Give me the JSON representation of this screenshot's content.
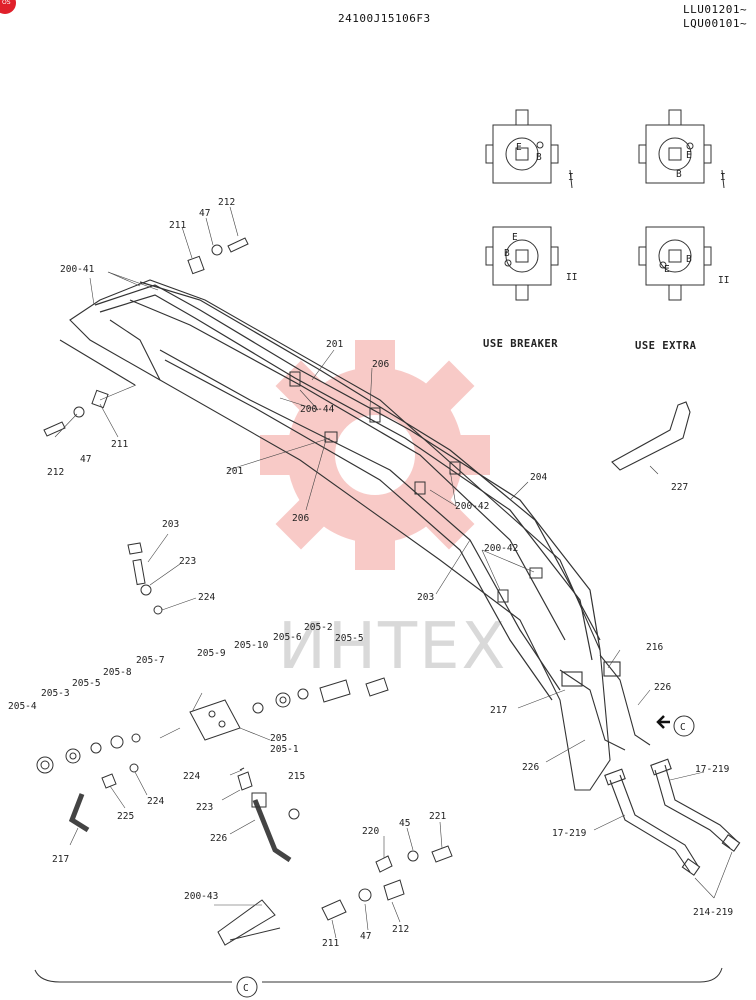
{
  "header": {
    "part_number": "24100J15106F3",
    "serial_1": "LLU01201~",
    "serial_2": "LQU00101~"
  },
  "badge_text": "OS",
  "watermark": "ИНТЕХ",
  "valve_views": {
    "use_breaker": "USE BREAKER",
    "use_extra": "USE EXTRA",
    "view_i": "I",
    "view_ii": "II",
    "port_e": "E",
    "port_b": "B"
  },
  "detail_marker": "C",
  "callouts": {
    "c212a": "212",
    "c47a": "47",
    "c211a": "211",
    "c200_41": "200-41",
    "c212b": "212",
    "c47b": "47",
    "c211b": "211",
    "c201a": "201",
    "c201b": "201",
    "c206a": "206",
    "c206b": "206",
    "c200_44": "200-44",
    "c204": "204",
    "c200_42a": "200-42",
    "c200_42b": "200-42",
    "c203a": "203",
    "c203b": "203",
    "c223a": "223",
    "c224a": "224",
    "c227": "227",
    "c205_2": "205-2",
    "c205_5": "205-5",
    "c205_6": "205-6",
    "c205_10": "205-10",
    "c205_9": "205-9",
    "c205_7": "205-7",
    "c205_8": "205-8",
    "c205_3b": "205-5",
    "c205_3": "205-3",
    "c205_4": "205-4",
    "c205": "205",
    "c205_1": "205-1",
    "c224b": "224",
    "c224c": "224",
    "c215": "215",
    "c223b": "223",
    "c225": "225",
    "c226a": "226",
    "c217a": "217",
    "c216": "216",
    "c226b": "226",
    "c217b": "217",
    "c226c": "226",
    "c17_219a": "17-219",
    "c17_219b": "17-219",
    "c214_219": "214-219",
    "c220": "220",
    "c45": "45",
    "c221": "221",
    "c200_43": "200-43",
    "c211c": "211",
    "c47c": "47",
    "c212c": "212"
  }
}
